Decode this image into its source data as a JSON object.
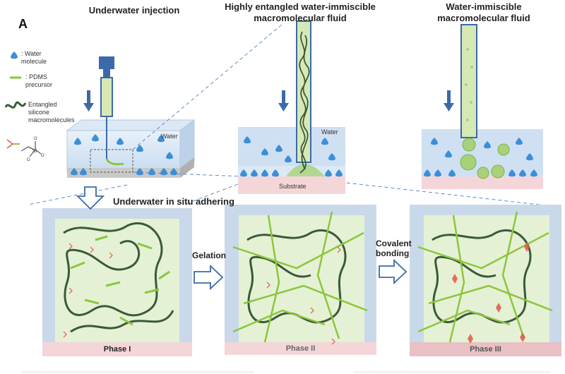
{
  "panel_label": "A",
  "titles": {
    "injection": "Underwater injection",
    "entangled_line1": "Highly entangled water-immiscible",
    "entangled_line2": "macromolecular fluid",
    "immiscible_line1": "Water-immiscible",
    "immiscible_line2": "macromolecular fluid",
    "adhering": "Underwater in situ adhering"
  },
  "legend": [
    {
      "icon": "water-molecule-icon",
      "text_line1": ": Water",
      "text_line2": "molecule"
    },
    {
      "icon": "pdms-precursor-icon",
      "text_line1": ": PDMS",
      "text_line2": "precursor"
    },
    {
      "icon": "entangled-silicone-icon",
      "text_line1": "Entangled",
      "text_line2": "silicone",
      "text_line3": "macromolecules"
    },
    {
      "icon": "silane-coupling-agent-icon"
    }
  ],
  "labels": {
    "water_left": "Water",
    "water_mid": "Water",
    "substrate": "Substrate"
  },
  "transitions": {
    "gelation": "Gelation",
    "covalent_line1": "Covalent",
    "covalent_line2": "bonding"
  },
  "phases": {
    "phase1": "Phase I",
    "phase2": "Phase II",
    "phase3": "Phase III"
  },
  "colors": {
    "water": "#cfe0f2",
    "pdms": "#8cc63f",
    "silicone": "#3a5a3a",
    "substrate": "#f4d6d8",
    "arrow": "#3b6aa8",
    "anchor": "#e2584b"
  }
}
